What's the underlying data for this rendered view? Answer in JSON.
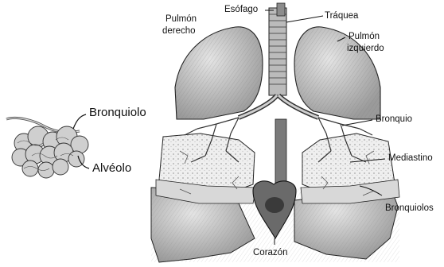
{
  "labels": {
    "bronquiolo": "Bronquiolo",
    "alveolo": "Alvéolo",
    "pulmon_derecho_1": "Pulmón",
    "pulmon_derecho_2": "derecho",
    "esofago": "Esófago",
    "traquea": "Tráquea",
    "pulmon_izquierdo_1": "Pulmón",
    "pulmon_izquierdo_2": "izquierdo",
    "bronquio": "Bronquio",
    "mediastino": "Mediastino",
    "bronquiolos": "Bronquiolos",
    "corazon": "Corazón"
  }
}
